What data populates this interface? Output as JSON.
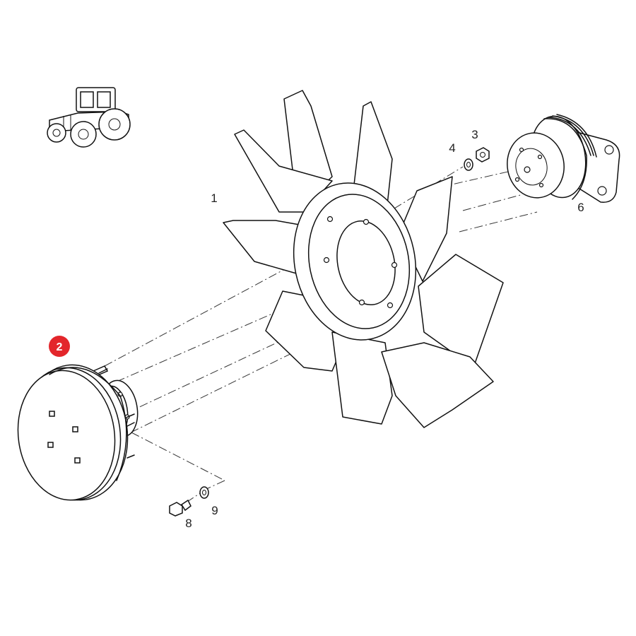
{
  "callouts": [
    {
      "id": "1",
      "label": "1"
    },
    {
      "id": "2",
      "label": "2",
      "highlighted": true
    },
    {
      "id": "3",
      "label": "3"
    },
    {
      "id": "4",
      "label": "4"
    },
    {
      "id": "6",
      "label": "6"
    },
    {
      "id": "8",
      "label": "8"
    },
    {
      "id": "9",
      "label": "9"
    }
  ],
  "colors": {
    "line": "#111111",
    "highlight_badge": "#e3262b",
    "background": "#ffffff"
  },
  "icons": {
    "vehicle": "tractor-icon"
  }
}
